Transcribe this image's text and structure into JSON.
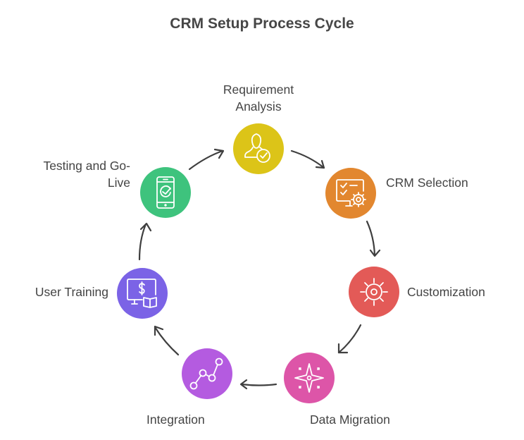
{
  "title": "CRM Setup Process Cycle",
  "diagram": {
    "type": "cycle",
    "direction": "clockwise",
    "steps": [
      {
        "label": "Requirement Analysis",
        "label_lines": [
          "Requirement",
          "Analysis"
        ],
        "icon": "user-check-icon",
        "color": "#DCC418"
      },
      {
        "label": "CRM Selection",
        "label_lines": [
          "CRM Selection"
        ],
        "icon": "monitor-checklist-gear-icon",
        "color": "#E2872F"
      },
      {
        "label": "Customization",
        "label_lines": [
          "Customization"
        ],
        "icon": "sun-gear-icon",
        "color": "#E35A57"
      },
      {
        "label": "Data Migration",
        "label_lines": [
          "Data Migration"
        ],
        "icon": "compass-star-icon",
        "color": "#DD55A8"
      },
      {
        "label": "Integration",
        "label_lines": [
          "Integration"
        ],
        "icon": "line-graph-icon",
        "color": "#B45BE0"
      },
      {
        "label": "User Training",
        "label_lines": [
          "User Training"
        ],
        "icon": "monitor-dollar-book-icon",
        "color": "#7B63E6"
      },
      {
        "label": "Testing and Go-Live",
        "label_lines": [
          "Testing and Go-",
          "Live"
        ],
        "icon": "phone-check-icon",
        "color": "#3EC37D"
      }
    ]
  }
}
